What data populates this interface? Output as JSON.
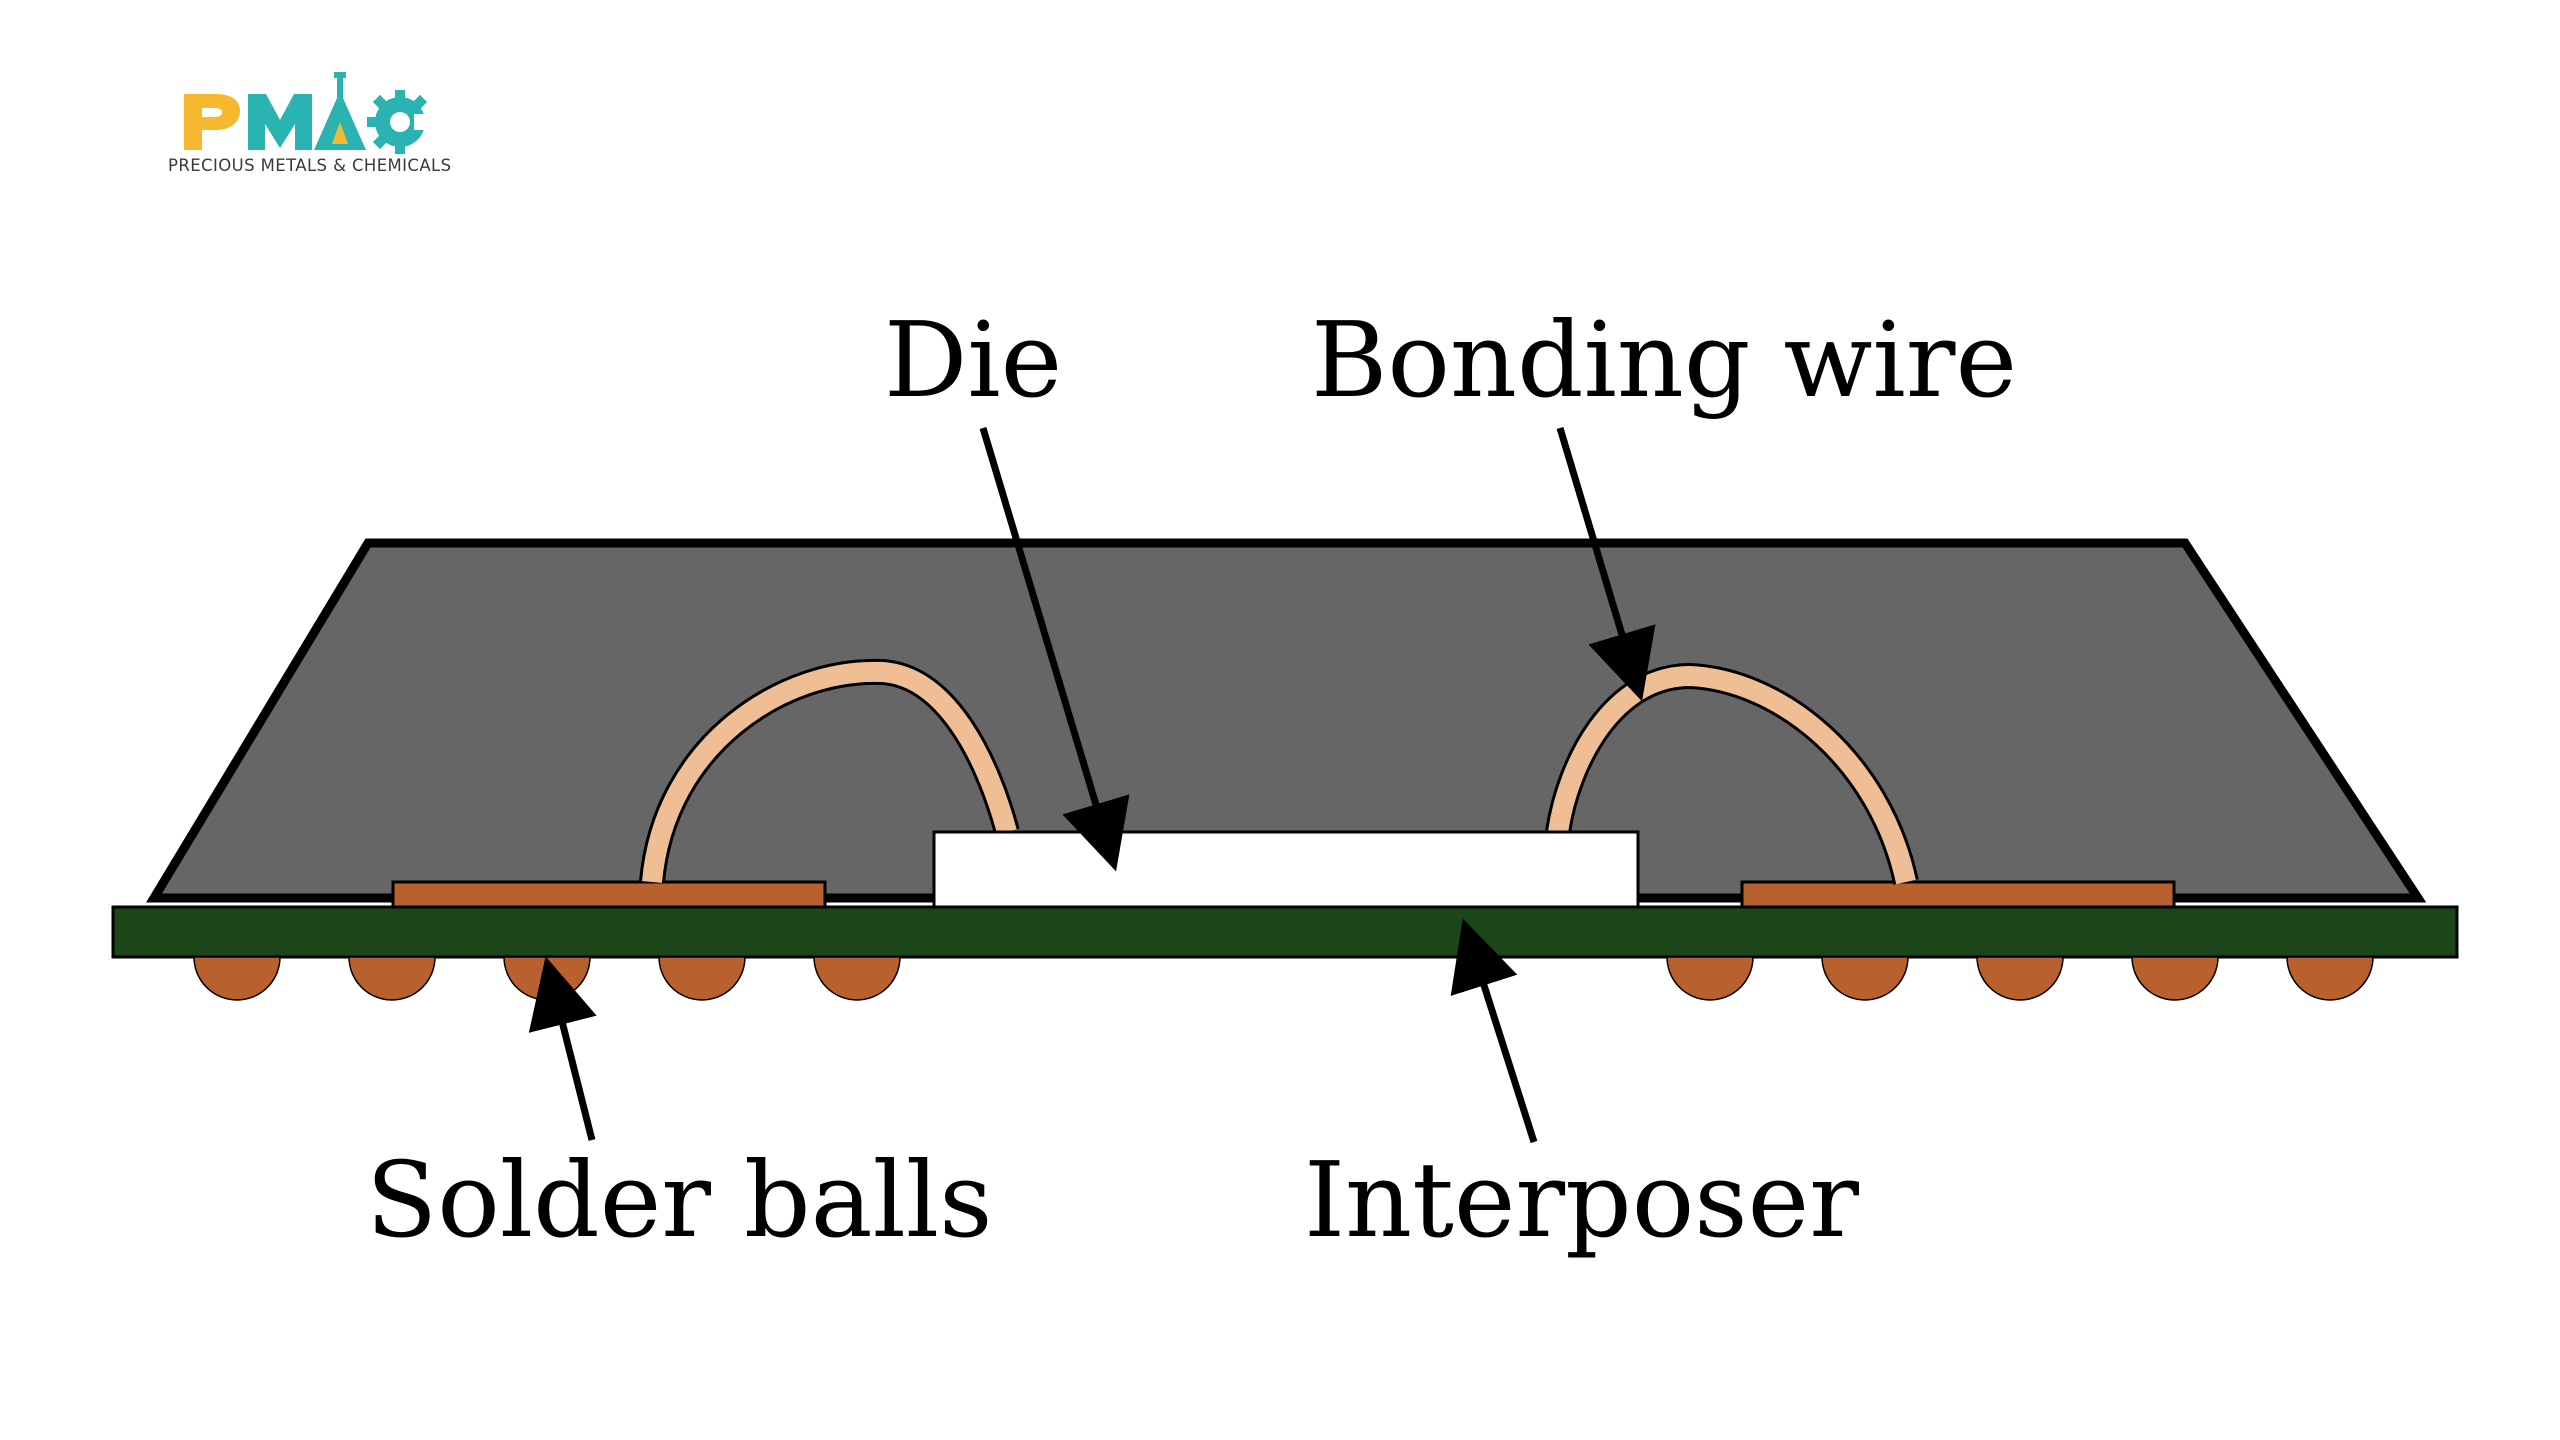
{
  "brand": {
    "logo_text": "PMAC",
    "tagline": "PRECIOUS METALS & CHEMICALS",
    "colors": {
      "yellow": "#F5B82E",
      "teal": "#2BB3B1"
    }
  },
  "diagram": {
    "labels": {
      "die": "Die",
      "bonding_wire": "Bonding wire",
      "solder_balls": "Solder balls",
      "interposer": "Interposer"
    },
    "colors": {
      "mold": "#666666",
      "interposer": "#1C4519",
      "pad": "#B8612E",
      "solder_ball": "#B8612E",
      "bonding_wire": "#F0BE94",
      "die": "#FFFFFF",
      "outline": "#000000"
    },
    "solder_ball_count_left": 5,
    "solder_ball_count_right": 5
  }
}
